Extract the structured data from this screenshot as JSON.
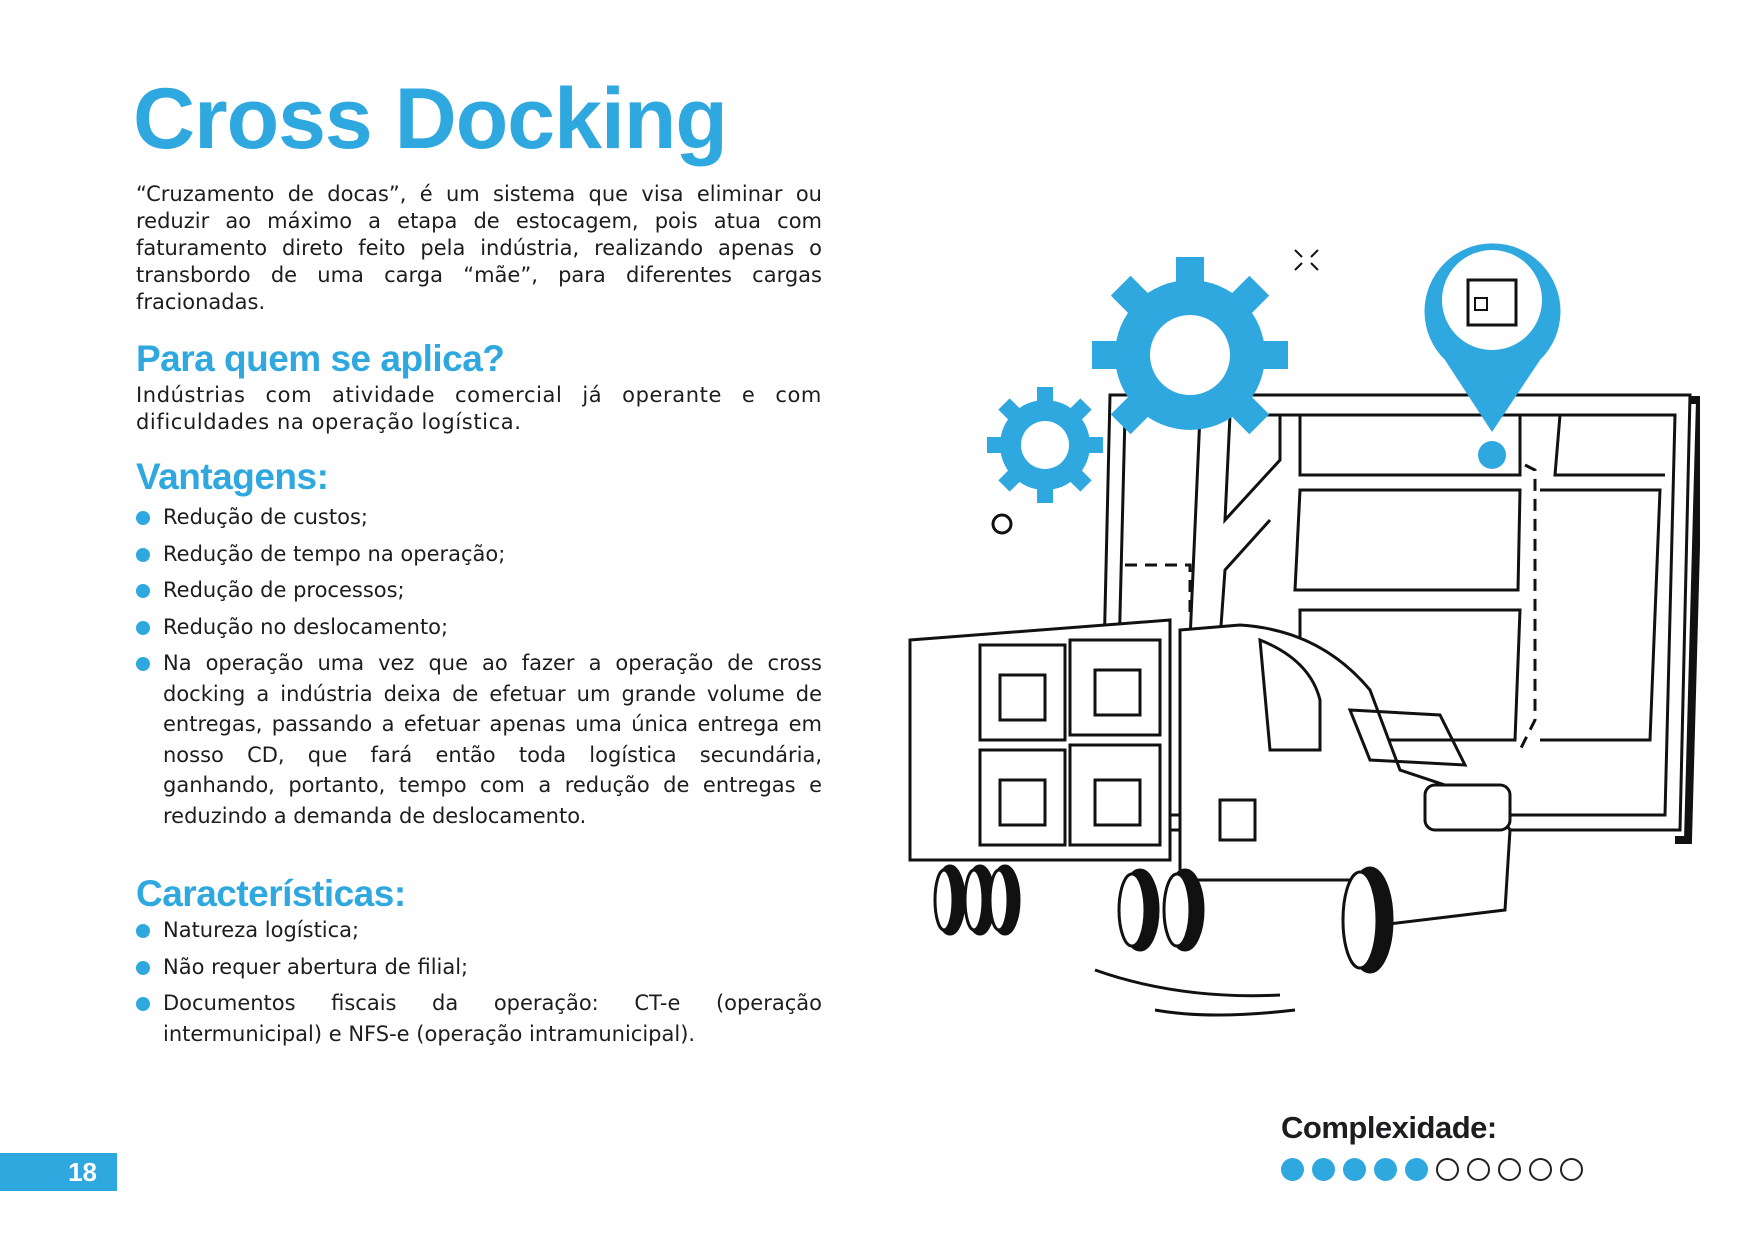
{
  "title": "Cross Docking",
  "intro": "“Cruzamento de docas”, é um sistema que visa eliminar ou reduzir ao máximo a etapa de estocagem, pois atua com faturamento direto feito pela indústria, realizando apenas o transbordo de uma carga “mãe”, para diferentes cargas fracionadas.",
  "audience": {
    "heading": "Para quem se aplica?",
    "text": "Indústrias com atividade comercial já operante e com dificuldades na operação logística."
  },
  "advantages": {
    "heading": "Vantagens:",
    "items": [
      "Redução de custos;",
      "Redução de tempo na operação;",
      "Redução de processos;",
      "Redução no deslocamento;",
      "Na operação uma vez que ao fazer a operação de cross docking a indústria deixa de efetuar um grande volume de entregas, passando a efetuar apenas uma única entrega em nosso CD, que fará então toda logística secundária, ganhando, portanto, tempo com a redução de entregas e reduzindo a demanda de deslocamento."
    ]
  },
  "characteristics": {
    "heading": "Características:",
    "items": [
      "Natureza logística;",
      "Não requer abertura de filial;",
      "Documentos fiscais da operação: CT-e (operação intermunicipal) e NFS-e (operação intramunicipal)."
    ]
  },
  "complexity": {
    "label": "Complexidade:",
    "level": 5,
    "max": 10
  },
  "page_number": "18",
  "colors": {
    "accent": "#2fa8e0",
    "text": "#1d1d1f"
  }
}
